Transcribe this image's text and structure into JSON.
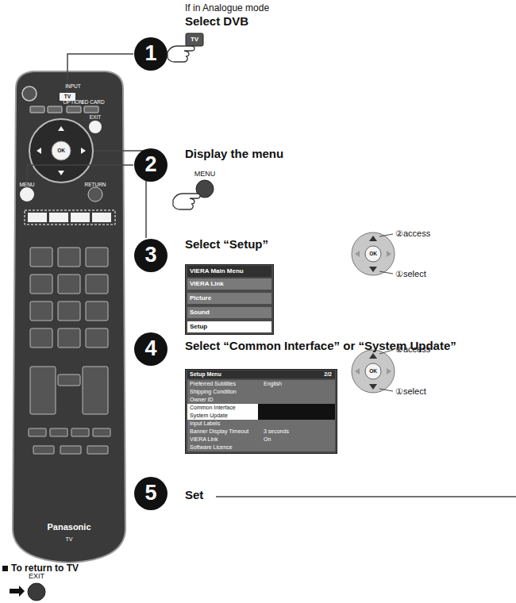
{
  "diagram": {
    "nodes": [
      {
        "text": [
          "VIERA Main Menu"
        ]
      },
      {
        "text": [
          "VIERA Link"
        ],
        "in": 0
      },
      {
        "text": [
          "Picture"
        ],
        "in": 0
      },
      {
        "text": [
          "Sound"
        ],
        "in": 0
      },
      {
        "text": [
          "Setup"
        ],
        "in": 0
      },
      {
        "text": [
          "Setup Menu",
          "2/2"
        ]
      },
      {
        "text": [
          "Preferred Subtitles",
          "English"
        ],
        "in": 5
      },
      {
        "text": [
          "Shipping Condition"
        ],
        "in": 5
      },
      {
        "text": [
          "Owner ID"
        ],
        "in": 5
      },
      {
        "text": [
          "Common Interface"
        ],
        "in": 5
      },
      {
        "text": [
          "System Update"
        ],
        "in": 5
      },
      {
        "text": [
          "Input Labels"
        ],
        "in": 5
      },
      {
        "text": [
          "Banner Display Timeout",
          "3 seconds"
        ],
        "in": 5
      },
      {
        "text": [
          "VIERA Link",
          "On"
        ],
        "in": 5
      },
      {
        "text": [
          "Software Licence"
        ],
        "in": 5
      }
    ],
    "labels": [
      "1",
      "If in Analogue mode",
      "Select DVB",
      "TV",
      "2",
      "Display the menu",
      "MENU",
      "3",
      "Select “Setup”",
      "②access",
      "①select",
      "4",
      "Select “Common Interface” or “System Update”",
      "②access",
      "①select",
      "5",
      "Set",
      "To return to TV",
      "EXIT",
      "INPUT",
      "TV",
      "OPTION",
      "SD CARD",
      "EXIT",
      "OK",
      "MENU",
      "RETURN",
      "Panasonic",
      "TV",
      "OK",
      "OK"
    ]
  }
}
